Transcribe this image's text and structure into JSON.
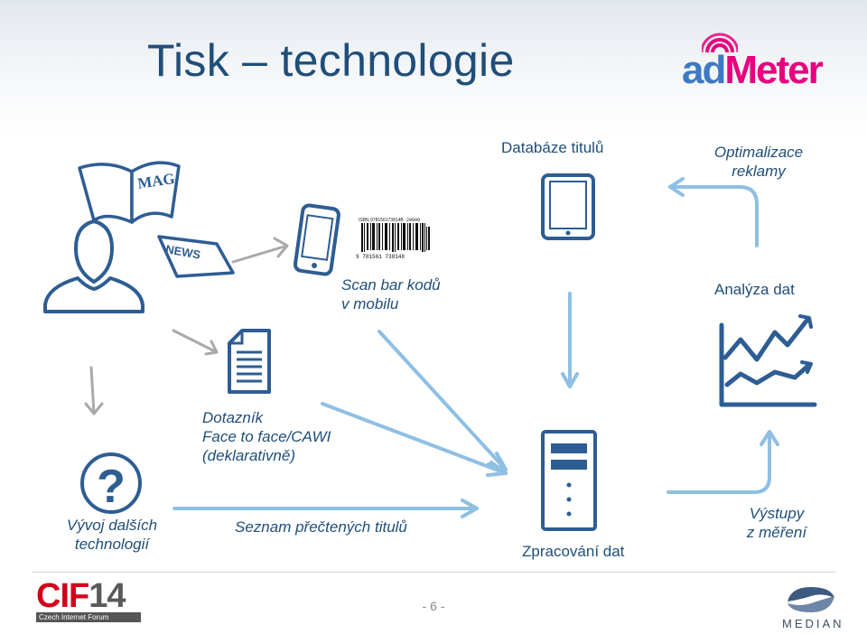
{
  "slide": {
    "title": "Tisk – technologie",
    "page_number": "- 6 -"
  },
  "logos": {
    "admeter_a": "ad",
    "admeter_b": "Meter",
    "cif_main": "CIF",
    "cif_year": "14",
    "cif_sub": "Czech Internet Forum",
    "median": "MEDIAN"
  },
  "icons": {
    "magazine": "magazine-icon",
    "magazine_text": "MAG",
    "newspaper": "newspaper-icon",
    "newspaper_text": "NEWS",
    "user": "user-icon",
    "phone": "smartphone-icon",
    "barcode": "barcode-icon",
    "barcode_isbn": "ISBN 978156173814B",
    "barcode_digits": "9 781561 738148",
    "barcode_addon": "29999",
    "questionnaire": "document-icon",
    "question": "question-mark-icon",
    "tablet": "tablet-icon",
    "server": "server-icon",
    "chart": "line-chart-icon"
  },
  "labels": {
    "scan_line1": "Scan bar kodů",
    "scan_line2": "v mobilu",
    "database": "Databáze titulů",
    "optim_line1": "Optimalizace",
    "optim_line2": "reklamy",
    "analysis": "Analýza dat",
    "quest_line1": "Dotazník",
    "quest_line2": "Face to face/CAWI",
    "quest_line3": "(deklarativně)",
    "dev_line1": "Vývoj dalších",
    "dev_line2": "technologií",
    "read_list": "Seznam přečtených titulů",
    "processing": "Zpracování dat",
    "output_line1": "Výstupy",
    "output_line2": "z měření"
  },
  "colors": {
    "title_blue": "#1f4e79",
    "icon_blue": "#2e5d93",
    "arrow_blue": "#8fbfe3",
    "arrow_grey": "#a9a9a9",
    "admeter_blue": "#3f78c3",
    "admeter_pink": "#e6007e",
    "cif_red": "#d0021b"
  }
}
